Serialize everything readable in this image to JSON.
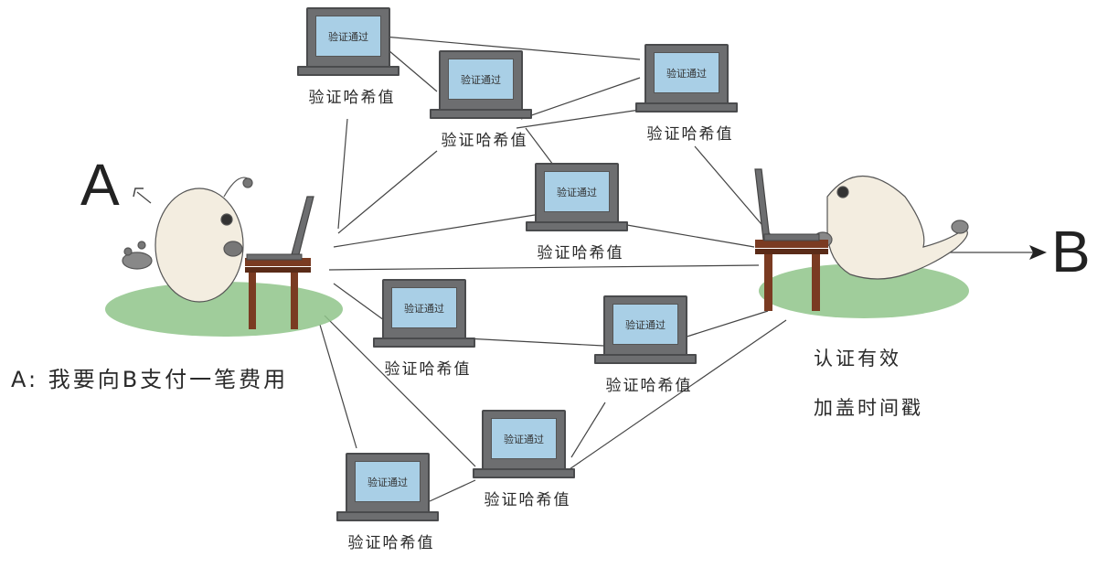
{
  "left_node": {
    "letter": "A",
    "speech": "A: 我要向B支付一笔费用"
  },
  "right_node": {
    "letter": "B",
    "note_line1": "认证有效",
    "note_line2": "加盖时间戳"
  },
  "node_screen_label": "验证通过",
  "node_caption": "验证哈希值",
  "nodes": [
    {
      "id": "n1"
    },
    {
      "id": "n2"
    },
    {
      "id": "n3"
    },
    {
      "id": "n4"
    },
    {
      "id": "n5"
    },
    {
      "id": "n6"
    },
    {
      "id": "n7"
    },
    {
      "id": "n8"
    }
  ],
  "colors": {
    "ground": "#8fc48a",
    "laptop": "#6d6e70",
    "screen": "#a9cfe6",
    "desk": "#7a3b22",
    "creature": "#f3ede0"
  }
}
